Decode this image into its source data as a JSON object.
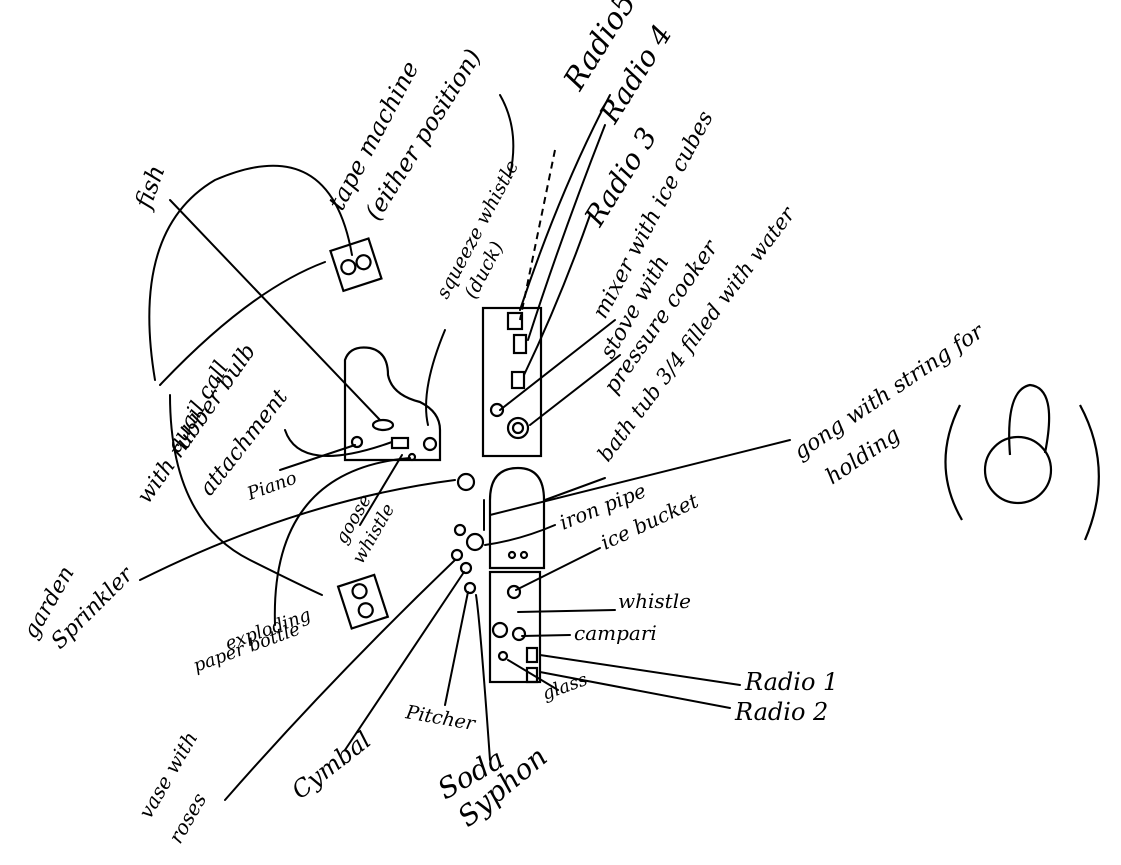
{
  "labels": {
    "radio5": "Radio5",
    "radio4": "Radio 4",
    "radio3": "Radio 3",
    "mixer": "mixer with ice cubes",
    "stove_line1": "stove with",
    "stove_line2": "pressure cooker",
    "bathtub": "bath tub 3/4 filled with water",
    "gong_line1": "gong with string for",
    "gong_line2": "holding",
    "iron_pipe": "iron pipe",
    "ice_bucket": "ice bucket",
    "whistle": "whistle",
    "campari": "campari",
    "radio1": "Radio 1",
    "radio2": "Radio 2",
    "glass": "glass",
    "soda_line1": "Soda",
    "soda_line2": "Syphon",
    "pitcher": "Pitcher",
    "cymbal": "Cymbal",
    "vase_line1": "vase with",
    "vase_line2": "roses",
    "exploding_line1": "exploding",
    "exploding_line2": "paper bottle",
    "garden_line1": "garden",
    "garden_line2": "Sprinkler",
    "goose_line1": "goose",
    "goose_line2": "whistle",
    "piano": "Piano",
    "quail_line1": "quail call",
    "quail_line2": "with rubber bulb",
    "quail_line3": "attachment",
    "fish": "fish",
    "tape_line1": "tape machine",
    "tape_line2": "(either position)",
    "squeeze_line1": "squeeze whistle",
    "squeeze_line2": "(duck)"
  }
}
